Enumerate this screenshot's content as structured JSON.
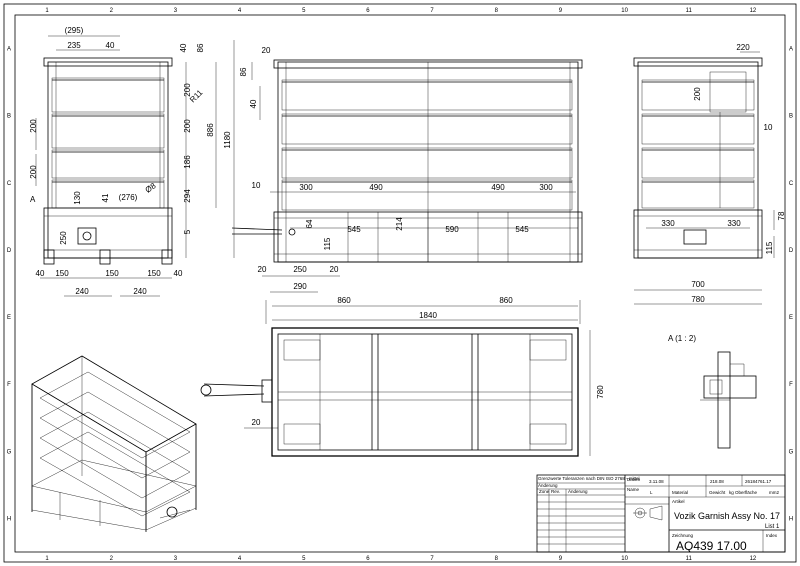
{
  "border": {
    "top_labels": [
      "1",
      "2",
      "3",
      "4",
      "5",
      "6",
      "7",
      "8",
      "9",
      "10",
      "11",
      "12"
    ],
    "side_labels": [
      "A",
      "B",
      "C",
      "D",
      "E",
      "F",
      "G",
      "H"
    ]
  },
  "front_view": {
    "section_label": "A",
    "dims_top": [
      "(295)",
      "235",
      "40"
    ],
    "dims_right_top": [
      "40",
      "86"
    ],
    "dims_vert_right": [
      "200",
      "200",
      "186",
      "294",
      "5"
    ],
    "dims_overall_right": [
      "886",
      "1180"
    ],
    "radius_labels": [
      "R11",
      "Ø8"
    ],
    "dims_left": [
      "200",
      "200"
    ],
    "dims_inner": [
      "130",
      "41",
      "(276)",
      "250"
    ],
    "dims_bottom": [
      "40",
      "150",
      "150",
      "150",
      "40"
    ],
    "dims_bottom2": [
      "240",
      "240"
    ]
  },
  "side_view": {
    "dims_top": [
      "20"
    ],
    "dims_left": [
      "86",
      "40",
      "10"
    ],
    "dims_spans": [
      "300",
      "490",
      "490",
      "300"
    ],
    "dims_lower": [
      "545",
      "590",
      "545"
    ],
    "dims_vert": [
      "64",
      "214",
      "115"
    ],
    "dims_bottom": [
      "20",
      "250",
      "20",
      "290"
    ],
    "dims_halves": [
      "860",
      "860"
    ],
    "dim_overall": "1840"
  },
  "end_view": {
    "dims_top": [
      "220"
    ],
    "dims_right": [
      "200",
      "10",
      "78",
      "115"
    ],
    "dims_inner": [
      "330",
      "330"
    ],
    "dims_bottom": [
      "700",
      "780"
    ]
  },
  "top_view": {
    "dim_width": "780",
    "dim_left": "20"
  },
  "detail": {
    "label": "A (1 : 2)"
  },
  "title_block": {
    "rev_row": "Grenzwerte Toleranzen nach DIN ISO 2768 - mittel",
    "rev_headers": [
      "Zone",
      "Rev.",
      "Änderung"
    ],
    "anderung": "Änderung",
    "date_label": "Datum",
    "date_value": "3.11.08",
    "name_label": "Name",
    "name_value": "L",
    "weight_label": "Gewicht",
    "weight_value": "218.08",
    "weight_unit": "kg",
    "article_no": "26184761.17",
    "material_label": "Material",
    "surface_label": "Oberfläche",
    "surface_value": "mm2",
    "article_label": "Artikel",
    "title": "Vozik Garnish Assy  No. 17",
    "sheet": "List 1",
    "drawing_label": "Zeichnung",
    "drawing_no": "AQ439 17.00",
    "index_label": "Index"
  }
}
